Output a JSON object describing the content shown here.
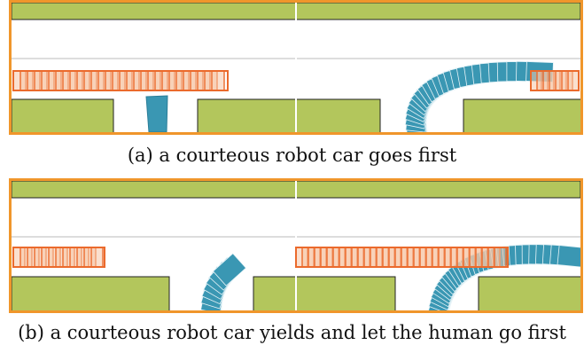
{
  "figure": {
    "subfigures": [
      {
        "id": "a",
        "caption": "(a)  a courteous robot car goes first"
      },
      {
        "id": "b",
        "caption": "(b)  a courteous robot car yields and let the human go first"
      }
    ]
  },
  "colors": {
    "frame": "#f0962b",
    "grass": "#b3c65c",
    "robot_car": "#3a97b3",
    "human_car_outline": "#eb6a2c",
    "human_car_fill": "#f6c6a8",
    "lane_line": "#bbbbbb"
  },
  "icons": {
    "robot_car": "blue-rectangle-trail",
    "human_car": "orange-rectangle-trail"
  }
}
